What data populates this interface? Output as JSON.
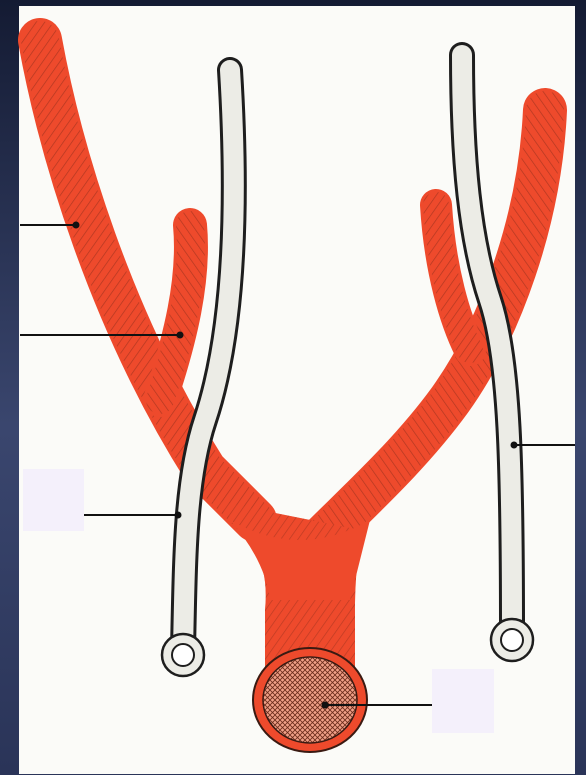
{
  "diagram": {
    "colors": {
      "artery_fill": "#ee4a2c",
      "artery_stripe": "#5a1e12",
      "vein_fill": "#ecece6",
      "vein_outline": "#222222",
      "background": "#fbfbf8",
      "slide_bg": "#1e2744",
      "label_box": "#f4f0fb"
    },
    "structures": {
      "aorta": "artery",
      "left_branch": "artery",
      "right_branch": "artery",
      "left_side_branch": "artery",
      "right_side_branch": "artery",
      "left_vessel": "vein",
      "right_vessel": "vein"
    },
    "leader_lines_count": 5,
    "blank_label_boxes_count": 2
  }
}
